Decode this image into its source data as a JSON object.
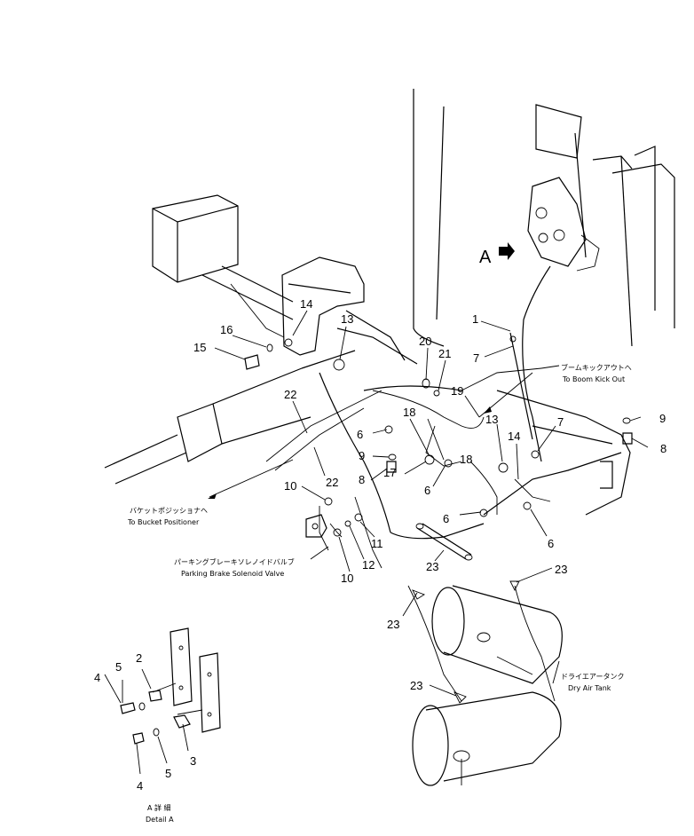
{
  "diagram": {
    "detail_label": "A",
    "part_numbers": {
      "p1": "1",
      "p2": "2",
      "p3": "3",
      "p4a": "4",
      "p4b": "4",
      "p5a": "5",
      "p5b": "5",
      "p6a": "6",
      "p6b": "6",
      "p6c": "6",
      "p6d": "6",
      "p7a": "7",
      "p7b": "7",
      "p8a": "8",
      "p8b": "8",
      "p9a": "9",
      "p9b": "9",
      "p10a": "10",
      "p10b": "10",
      "p11": "11",
      "p12": "12",
      "p13a": "13",
      "p13b": "13",
      "p14a": "14",
      "p14b": "14",
      "p15": "15",
      "p16": "16",
      "p17": "17",
      "p18a": "18",
      "p18b": "18",
      "p19": "19",
      "p20": "20",
      "p21": "21",
      "p22a": "22",
      "p22b": "22",
      "p23a": "23",
      "p23b": "23",
      "p23c": "23",
      "p23d": "23"
    },
    "annotations": {
      "boom_kick_jp": "ブームキックアウトへ",
      "boom_kick_en": "To Boom Kick Out",
      "bucket_jp": "バケットポジッショナヘ",
      "bucket_en": "To Bucket Positioner",
      "parking_jp": "パーキングブレーキソレノイドバルブ",
      "parking_en": "Parking Brake Solenoid Valve",
      "dry_air_jp": "ドライエアータンク",
      "dry_air_en": "Dry Air Tank",
      "detail_jp": "A 詳 細",
      "detail_en": "Detail A"
    }
  }
}
